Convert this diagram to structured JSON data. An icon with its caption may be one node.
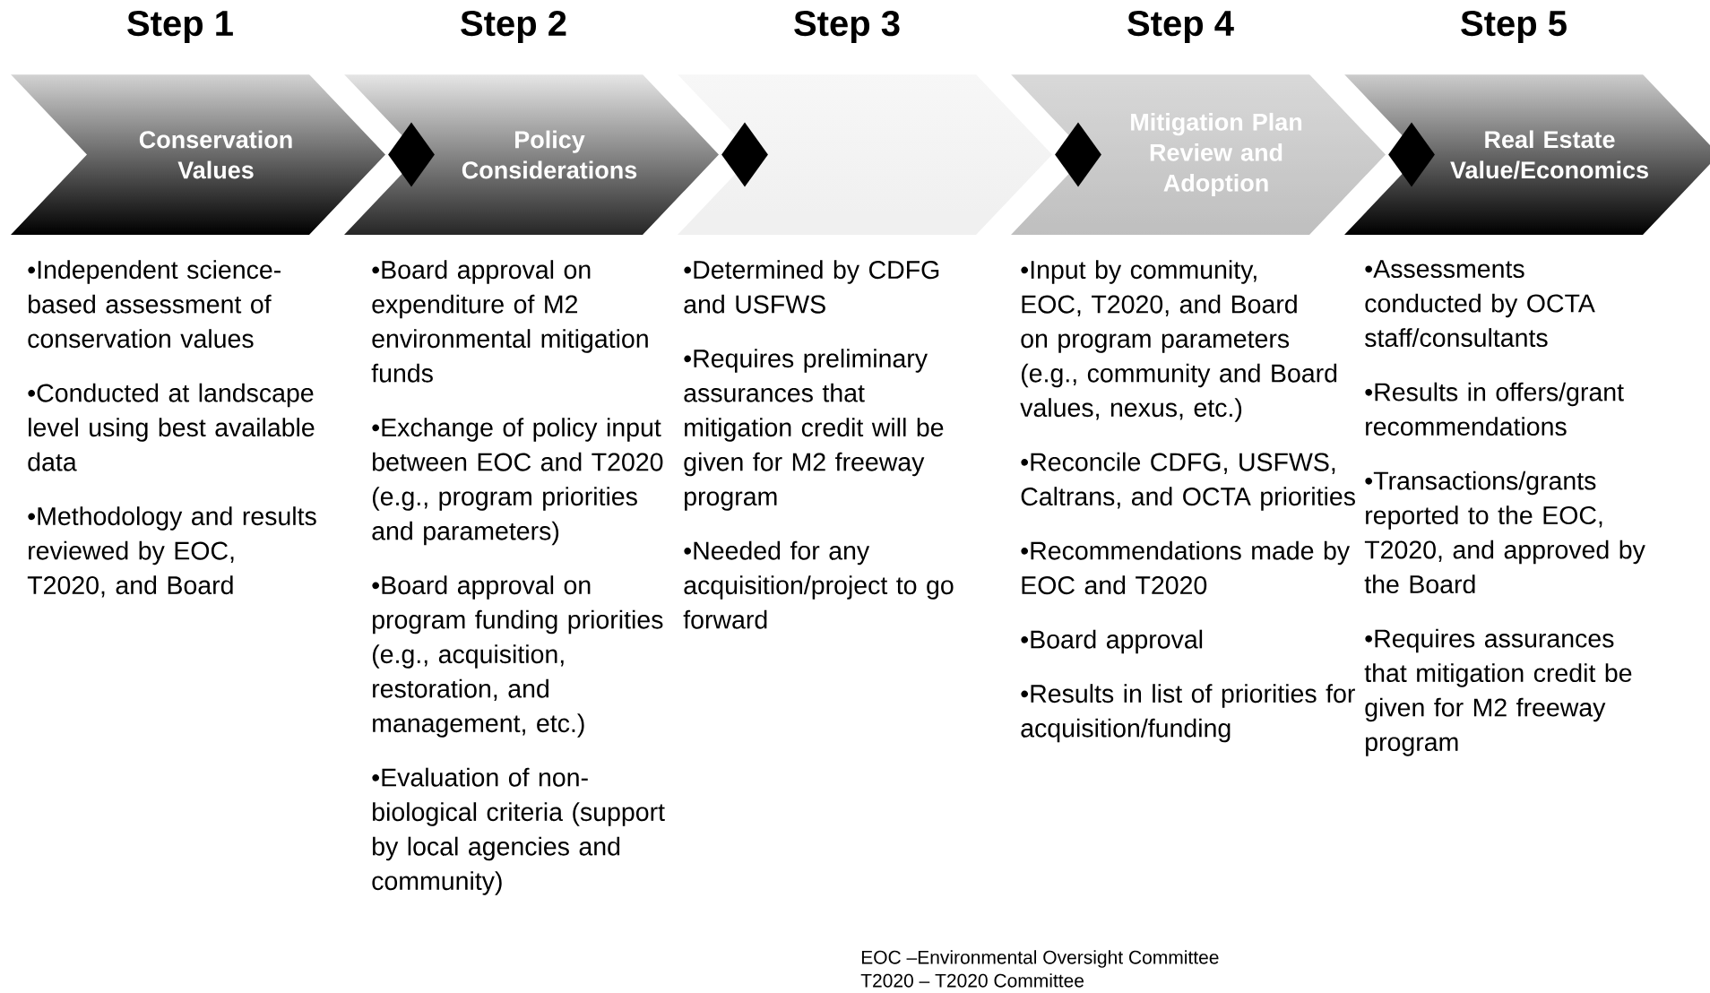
{
  "diagram": {
    "nodes": [
      {
        "text": [
          "Step 1",
          "Conservation Values"
        ],
        "beside": [
          "•Independent science-based assessment of conservation values",
          "•Conducted at landscape level using best available data",
          "•Methodology and results reviewed by EOC, T2020, and Board"
        ]
      },
      {
        "text": [
          "Step 2",
          "Policy Considerations"
        ],
        "beside": [
          "•Board approval on expenditure of M2 environmental mitigation funds",
          "•Exchange of policy input between EOC and T2020 (e.g., program priorities and parameters)",
          "•Board approval on program funding priorities (e.g., acquisition, restoration, and management, etc.)",
          "•Evaluation of non-biological criteria (support by local agencies and community)"
        ]
      },
      {
        "text": [
          "Step 3"
        ],
        "beside": [
          "•Determined by CDFG and USFWS",
          "•Requires preliminary assurances that mitigation credit will be given for M2 freeway program",
          "•Needed for any acquisition/project to go forward"
        ]
      },
      {
        "text": [
          "Step 4",
          "Mitigation Plan Review and Adoption"
        ],
        "beside": [
          "•Input by community, EOC, T2020, and Board on program parameters (e.g., community and Board values, nexus, etc.)",
          "•Reconcile CDFG, USFWS, Caltrans, and OCTA priorities",
          "•Recommendations made by EOC and T2020",
          "•Board approval",
          "•Results in list of priorities for acquisition/funding"
        ]
      },
      {
        "text": [
          "Step 5",
          "Real Estate Value/Economics"
        ],
        "beside": [
          "•Assessments conducted by OCTA staff/consultants",
          "•Results in offers/grant recommendations",
          "•Transactions/grants reported to the EOC, T2020, and approved by the Board",
          "•Requires assurances that mitigation credit be given for M2 freeway program"
        ]
      },
      {
        "text": [],
        "shape": "diamond"
      },
      {
        "text": [],
        "shape": "diamond"
      },
      {
        "text": [],
        "shape": "diamond"
      },
      {
        "text": [],
        "shape": "diamond"
      }
    ],
    "labels": [
      "EOC –Environmental Oversight Committee",
      "T2020 – T2020 Committee"
    ]
  }
}
